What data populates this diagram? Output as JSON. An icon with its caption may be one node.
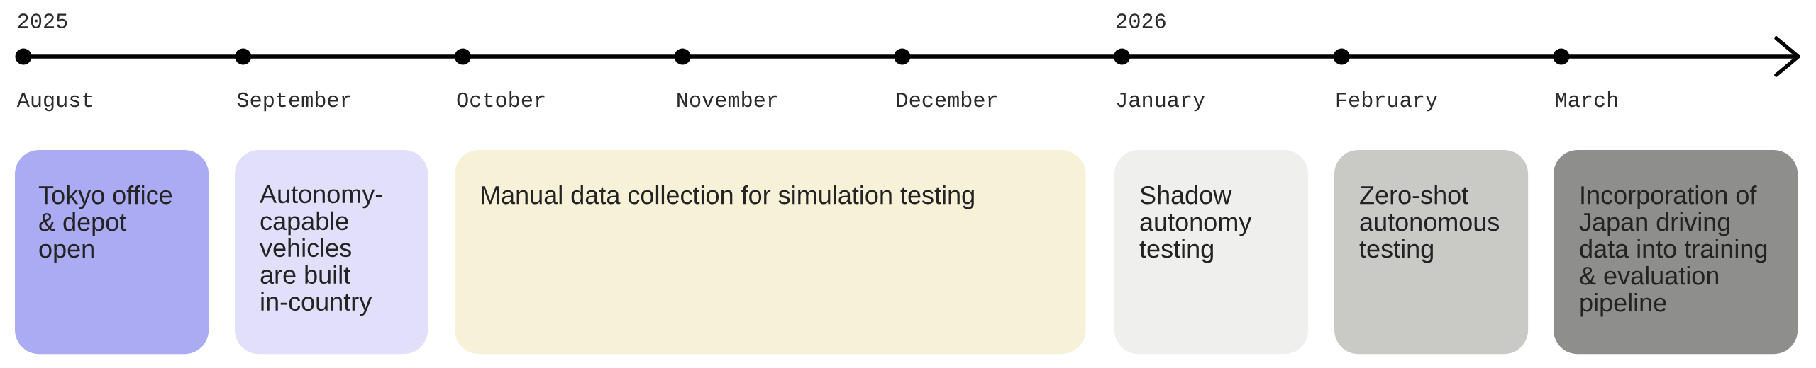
{
  "diagram": {
    "nodes": [
      {
        "text": [
          "Tokyo office & depot open"
        ]
      },
      {
        "text": [
          "Autonomy-capable vehicles are built in-country"
        ]
      },
      {
        "text": [
          "Manual data collection for simulation testing"
        ]
      },
      {
        "text": [
          "Shadow autonomy testing"
        ]
      },
      {
        "text": [
          "Zero-shot autonomous testing"
        ]
      },
      {
        "text": [
          "Incorporation of Japan driving data into training & evaluation pipeline"
        ]
      }
    ],
    "labels": [
      "2025",
      "2026",
      "August",
      "September",
      "October",
      "November",
      "December",
      "January",
      "February",
      "March"
    ]
  }
}
